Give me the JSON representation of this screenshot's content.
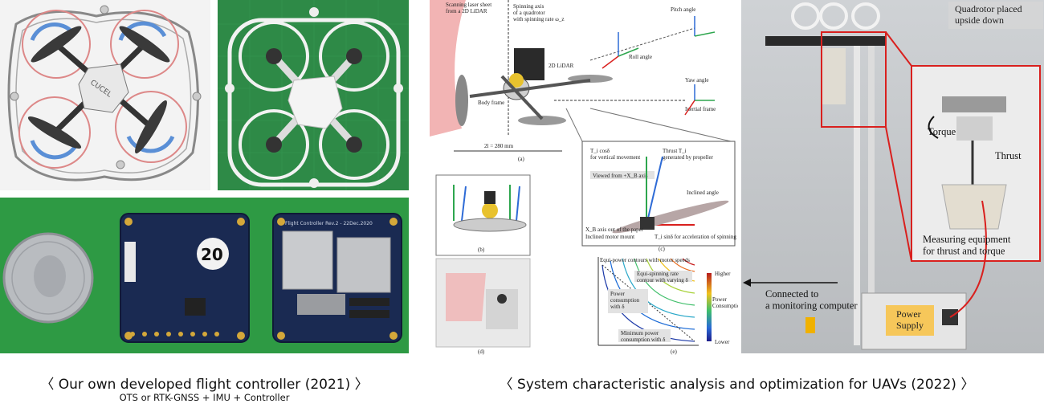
{
  "left": {
    "title": "〈 Our own developed flight controller (2021) 〉",
    "subtitle": "OTS or RTK-GNSS + IMU + Controller",
    "board_marking": "20",
    "board_label": "Flight Controller Rev.2 - 22Dec.2020",
    "drone_brand": "CUCEL"
  },
  "right": {
    "title": "〈 System characteristic analysis and optimization for UAVs (2022) 〉"
  },
  "diagram": {
    "scan_label": "Scanning laser sheet\nfrom a 2D LiDAR",
    "spin_label": "Spinning axis\nof a quadrotor\nwith spinning rate ω_z",
    "lidar": "2D LiDAR",
    "body_frame": "Body frame",
    "inertial_frame": "Inertial frame",
    "roll": "Roll angle",
    "pitch": "Pitch angle",
    "yaw": "Yaw angle",
    "dim": "2l = 280 mm",
    "fig_a": "(a)",
    "fig_b": "(b)",
    "fig_c": "(c)",
    "fig_d": "(d)",
    "fig_e": "(e)",
    "vertical_movement": "T_i cosδ\nfor vertical movement",
    "thrust_prop": "Thrust T_i\ngenerated by propeller",
    "viewed_from": "Viewed from +X_B axis",
    "inclined_angle": "Inclined angle",
    "xb_axis": "X_B axis out of the paper",
    "inclined_mount": "Inclined motor mount",
    "spin_accel": "T_i sinδ for acceleration of spinning",
    "equi_power": "Equi-power contours with motor speeds",
    "equi_spin": "Equi-spinning rate\ncontour with varying δ",
    "power_consumption": "Power\nconsumption\nwith δ",
    "min_power": "Minimum power\nconsumption with δ",
    "higher": "Higher",
    "lower": "Lower",
    "power_axis": "Power\nConsumption"
  },
  "rig": {
    "upside_down": "Quadrotor placed\nupside down",
    "torque": "Torque",
    "thrust": "Thrust",
    "measuring": "Measuring equipment\nfor thrust and torque",
    "connected": "Connected to\na monitoring computer",
    "power_supply": "Power\nSupply"
  },
  "colors": {
    "pink_scan": "#f2b4b4",
    "accent_red": "#d9201e",
    "board_blue": "#1a2a52",
    "green_mat": "#2f8f4a",
    "power_label": "#f6c75a"
  }
}
